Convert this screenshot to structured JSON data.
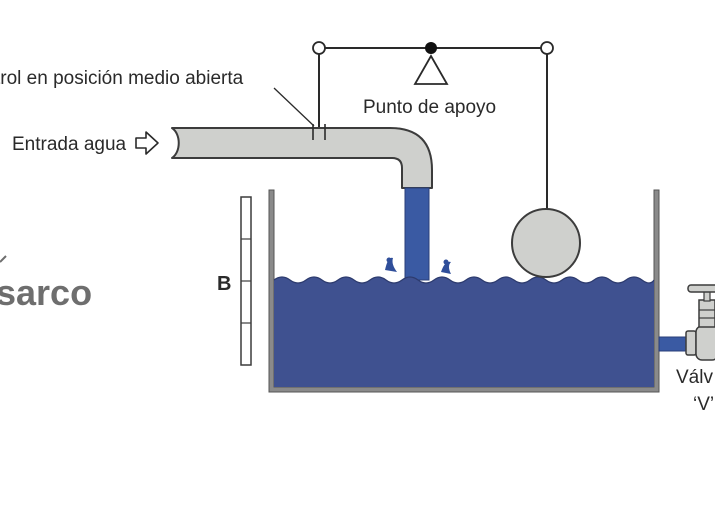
{
  "labels": {
    "valve_position": "trol en posición medio abierta",
    "pivot": "Punto de apoyo",
    "water_inlet": "Entrada agua",
    "level_band": "B",
    "brand_fragment": "sarco",
    "outlet_valve_line1": "Válv",
    "outlet_valve_line2": "‘V’"
  },
  "icons": {
    "inlet": "arrow-right-icon",
    "pivot": "fulcrum-triangle-icon"
  },
  "colors": {
    "water": "#3f5190",
    "water_stream": "#3a5aa3",
    "pipe_fill": "#cfd0cd",
    "outline": "#3c3c3c",
    "tank_wall": "#8a8a8a",
    "brand": "#6e6e6e",
    "text": "#2a2a2a"
  }
}
